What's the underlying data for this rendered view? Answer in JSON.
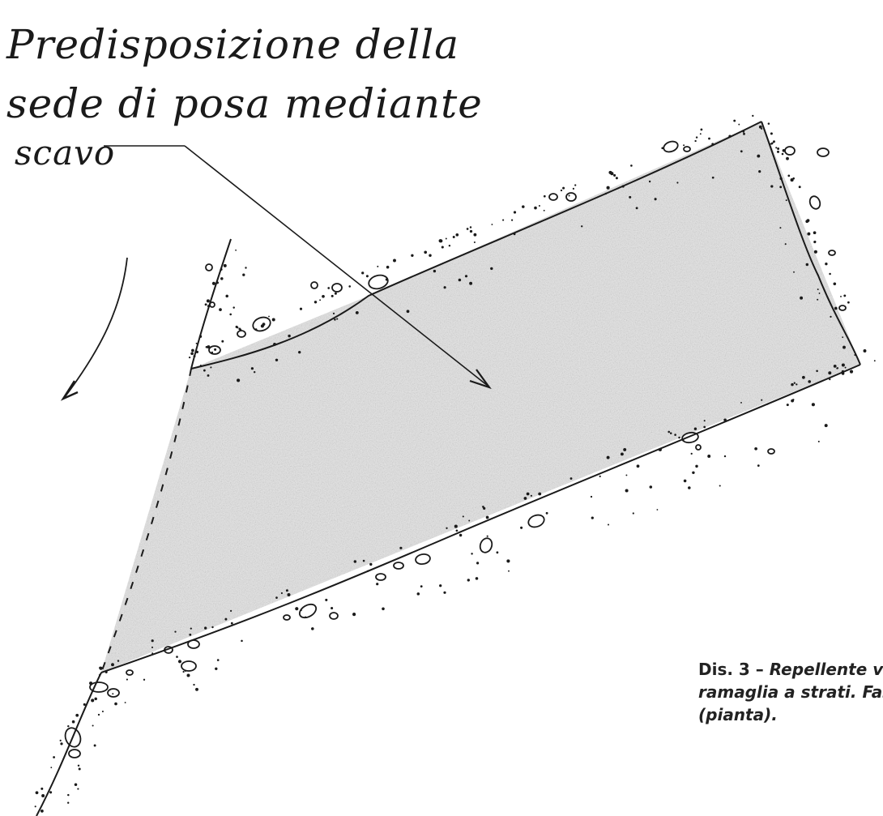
{
  "annotation": {
    "line1": "Predisposizione della",
    "line2": "sede di posa mediante",
    "line3": "scavo"
  },
  "caption": {
    "label": "Dis. 3 –",
    "line1": "Repellente viv",
    "line2": "ramaglia a strati. Fas",
    "line3": "(pianta)."
  },
  "colors": {
    "ink": "#1a1a1a",
    "shading": "#d4d4d4",
    "caption": "#222222"
  }
}
